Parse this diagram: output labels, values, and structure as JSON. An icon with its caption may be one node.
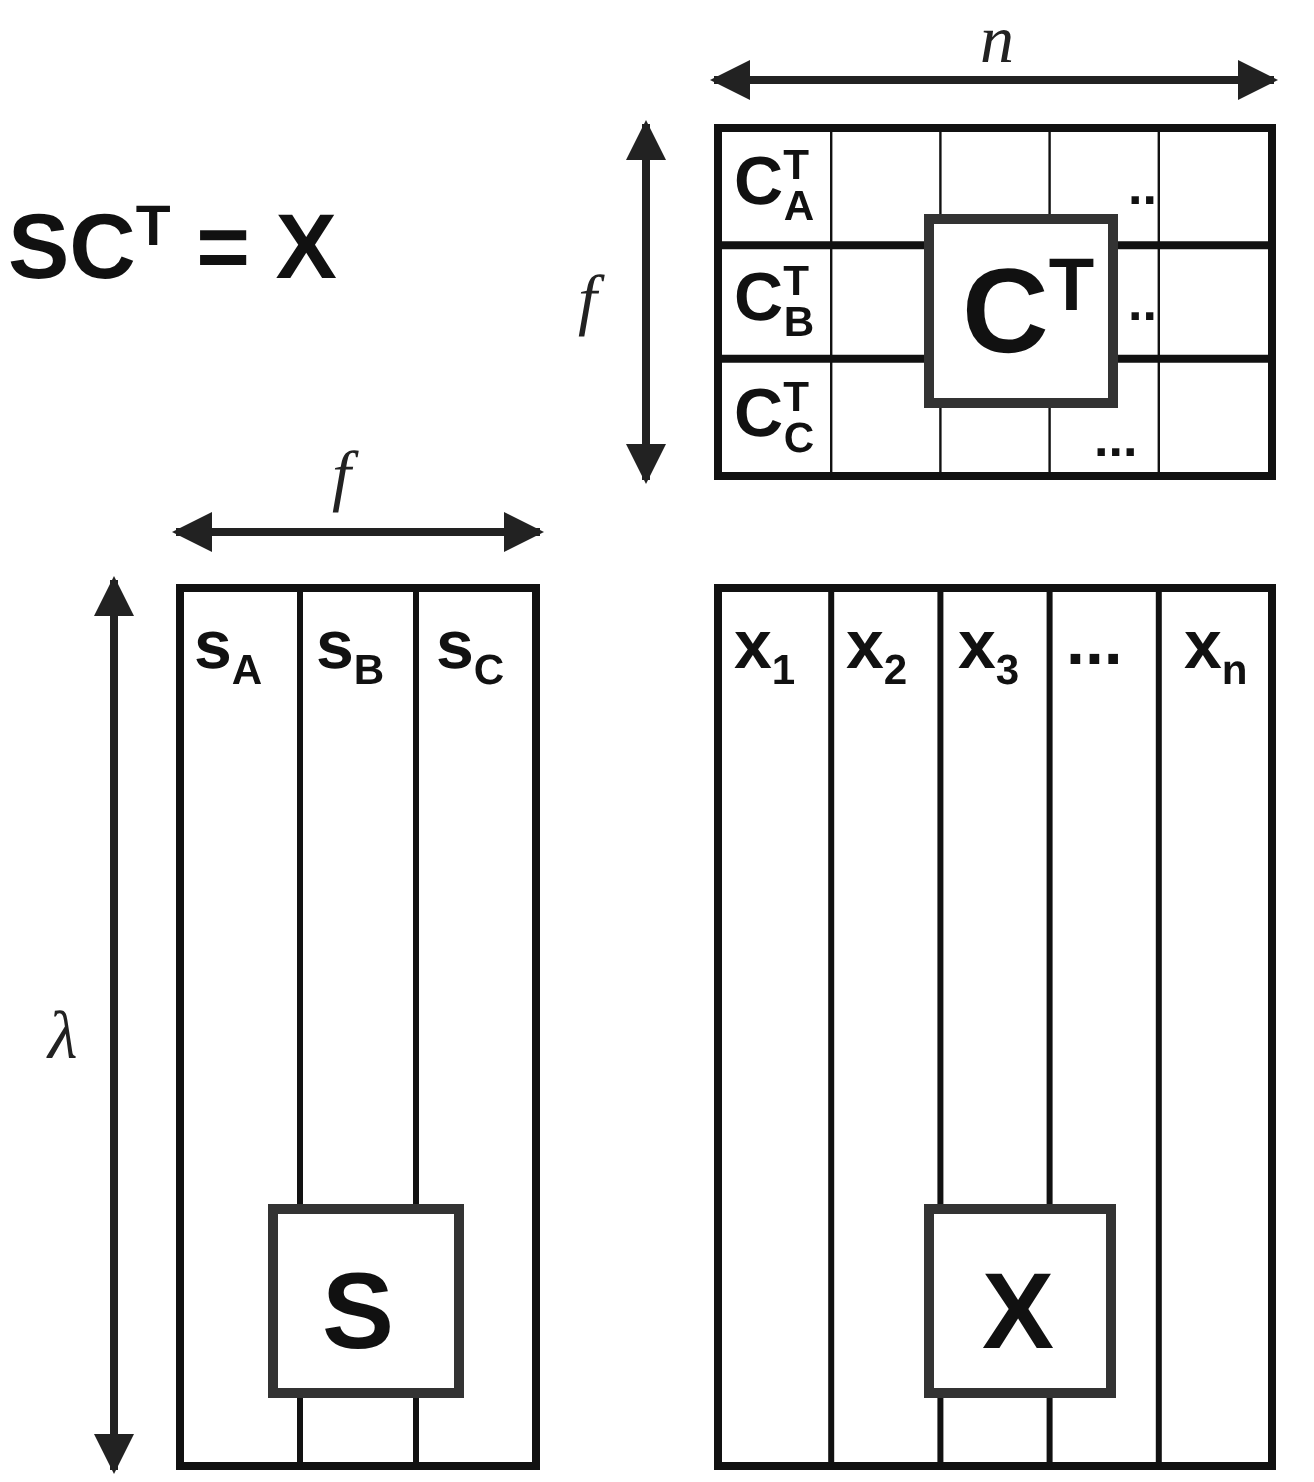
{
  "diagram": {
    "title": "SC$^{T}$ = X",
    "nodes": [
      {
        "text": [
          "C$^{T}$$_{A}$",
          "C$^{T}$$_{B}$",
          "C$^{T}$$_{C}$",
          "..",
          "..",
          "..."
        ]
      },
      {
        "text": [
          "C$^{T}$"
        ],
        "in": 0
      },
      {
        "text": [
          "s$_{A}$",
          "s$_{B}$",
          "s$_{C}$"
        ]
      },
      {
        "text": [
          "S"
        ],
        "in": 2
      },
      {
        "text": [
          "x$_{1}$",
          "x$_{2}$",
          "x$_{3}$",
          "...",
          "x$_{n}$"
        ]
      },
      {
        "text": [
          "X"
        ],
        "in": 4
      }
    ],
    "labels": [
      "n",
      "f",
      "f",
      "λ"
    ]
  }
}
